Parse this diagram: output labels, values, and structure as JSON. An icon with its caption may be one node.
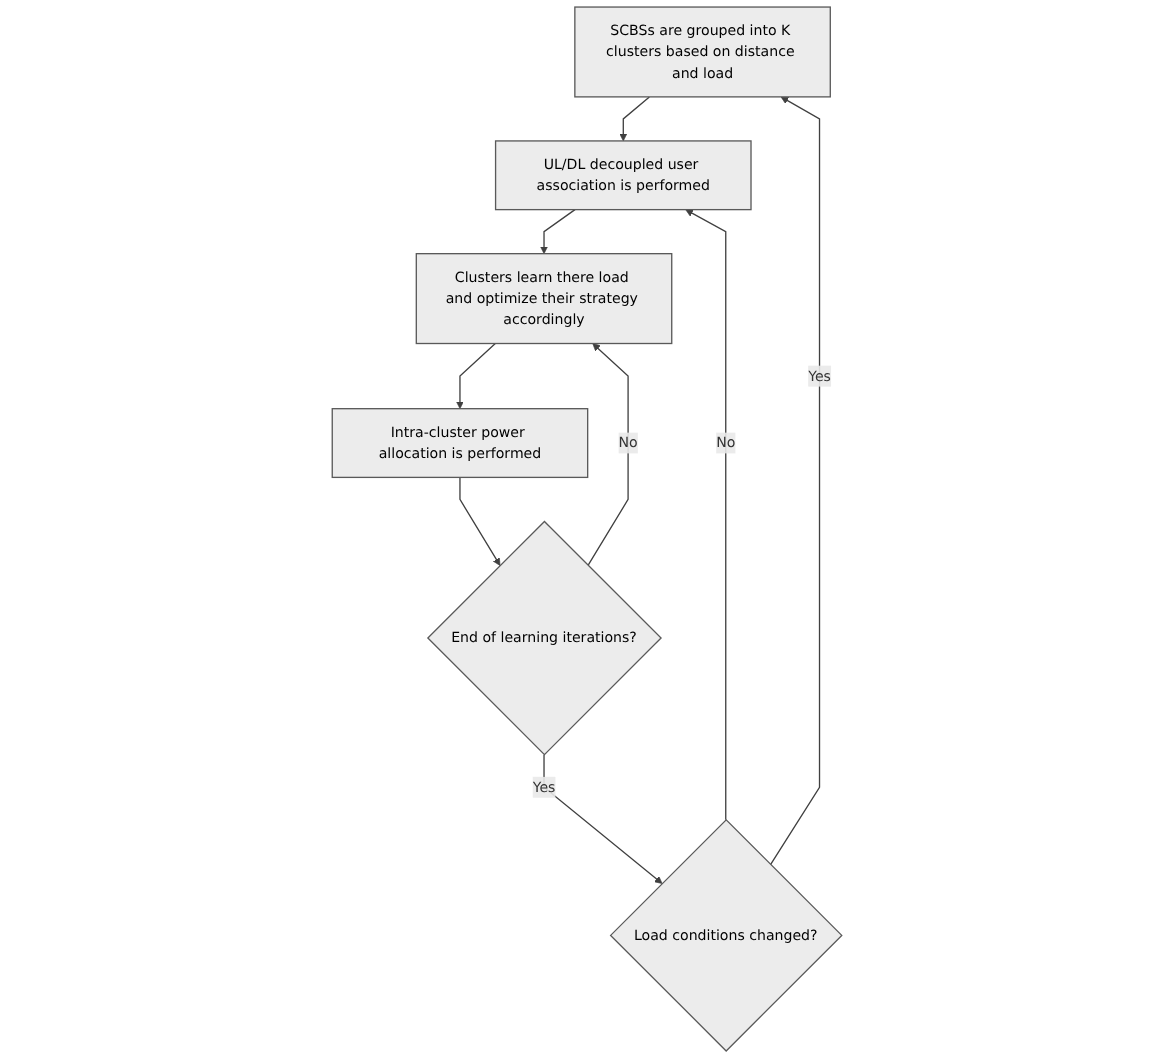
{
  "diagram": {
    "nodes": [
      {
        "text": [
          "SCBSs are grouped into K clusters based on distance and load"
        ]
      },
      {
        "text": [
          "UL/DL decoupled user association is performed"
        ]
      },
      {
        "text": [
          "Clusters learn there load and optimize their strategy accordingly"
        ]
      },
      {
        "text": [
          "Intra-cluster power allocation is performed"
        ]
      },
      {
        "text": [
          "End of learning iterations?"
        ]
      },
      {
        "text": [
          "Load conditions changed?"
        ]
      }
    ],
    "edges": [
      {
        "from": 0,
        "to": 1,
        "arrow": "to"
      },
      {
        "from": 1,
        "to": 2,
        "arrow": "to"
      },
      {
        "from": 2,
        "to": 3,
        "arrow": "to"
      },
      {
        "from": 3,
        "to": 4,
        "arrow": "to"
      },
      {
        "from": 4,
        "to": 2,
        "label": "No",
        "arrow": "to"
      },
      {
        "from": 4,
        "to": 5,
        "label": "Yes",
        "arrow": "to"
      },
      {
        "from": 5,
        "to": 1,
        "label": "No",
        "arrow": "to"
      },
      {
        "from": 5,
        "to": 0,
        "label": "Yes",
        "arrow": "to"
      }
    ]
  }
}
